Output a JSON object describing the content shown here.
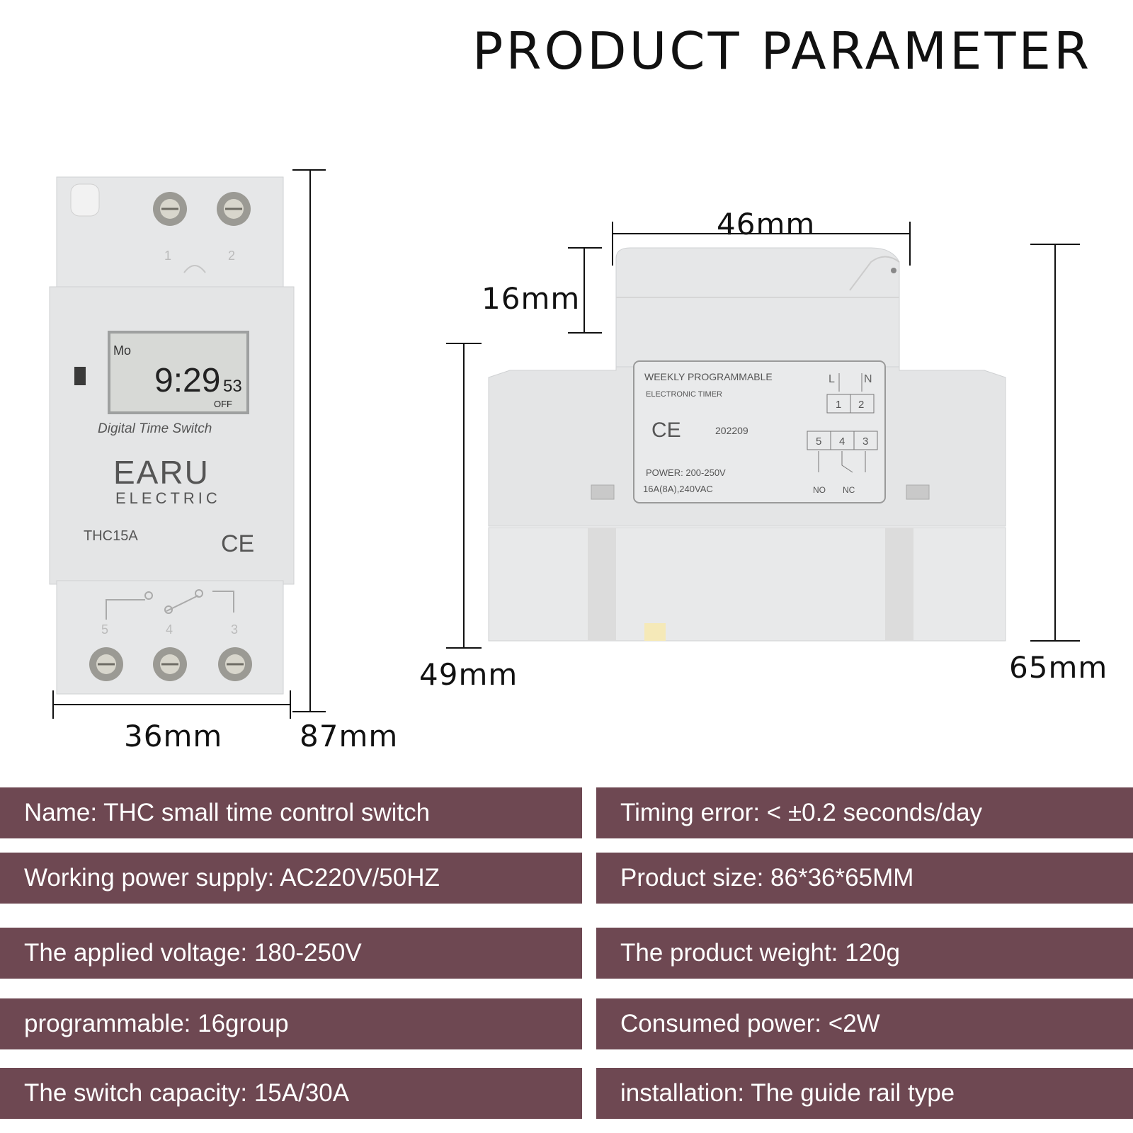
{
  "title": "PRODUCT PARAMETER",
  "front_view": {
    "lcd_day": "Mo",
    "lcd_time": "9:29",
    "lcd_seconds": "53",
    "lcd_state": "OFF",
    "caption": "Digital Time Switch",
    "brand": "EARU",
    "brand_sub": "ELECTRIC",
    "model": "THC15A",
    "mark": "CE",
    "terminals_top": [
      "1",
      "2"
    ],
    "terminals_bottom": [
      "5",
      "4",
      "3"
    ]
  },
  "side_view": {
    "label_line1": "WEEKLY PROGRAMMABLE",
    "label_line2": "ELECTRONIC TIMER",
    "mark": "CE",
    "code": "202209",
    "power": "POWER: 200-250V",
    "rating": "16A(8A),240VAC",
    "term_L": "L",
    "term_N": "N",
    "terms_top": [
      "1",
      "2"
    ],
    "terms_bottom": [
      "5",
      "4",
      "3"
    ],
    "no": "NO",
    "nc": "NC"
  },
  "dimensions": {
    "width_front": "36mm",
    "height_front": "87mm",
    "width_top": "46mm",
    "top_height": "16mm",
    "body_height": "49mm",
    "total_depth": "65mm"
  },
  "params_left": [
    "Name: THC small time control switch",
    "Working power supply: AC220V/50HZ",
    "The applied voltage: 180-250V",
    "programmable: 16group",
    "The switch capacity: 15A/30A"
  ],
  "params_right": [
    "Timing error: < ±0.2 seconds/day",
    "Product size: 86*36*65MM",
    "The product weight: 120g",
    "Consumed power: <2W",
    "installation: The guide rail type"
  ],
  "colors": {
    "row_bg": "#6e4852",
    "row_text": "#ffffff",
    "device_body": "#e4e5e6",
    "lcd_bg": "#d7d9d6"
  }
}
